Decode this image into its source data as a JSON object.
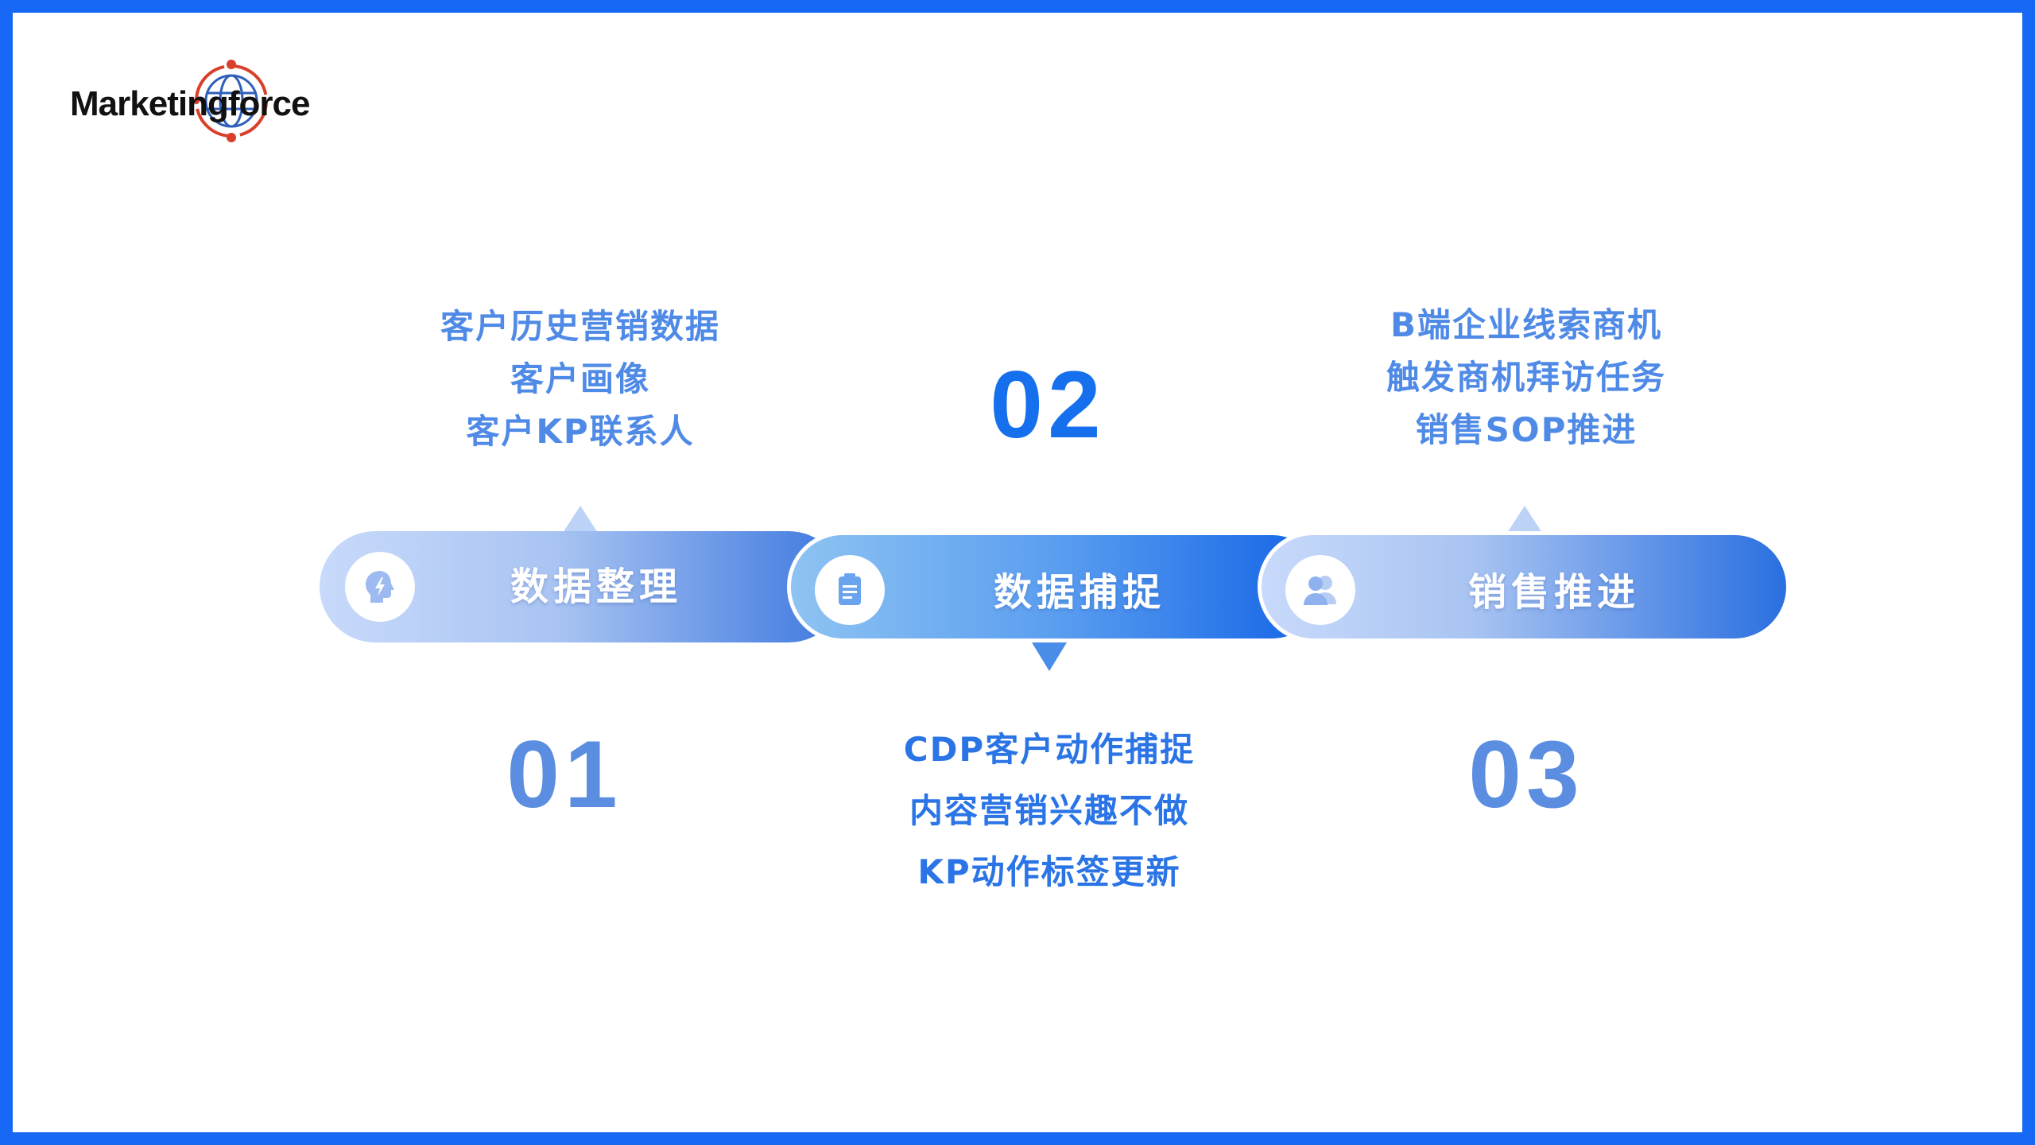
{
  "logo": {
    "text": "Marketingforce"
  },
  "steps": [
    {
      "number": "01",
      "label": "数据整理",
      "icon": "head-lightning-icon",
      "lines": [
        "客户历史营销数据",
        "客户画像",
        "客户KP联系人"
      ]
    },
    {
      "number": "02",
      "label": "数据捕捉",
      "icon": "clipboard-icon",
      "lines": [
        "CDP客户动作捕捉",
        "内容营销兴趣不做",
        "KP动作标签更新"
      ]
    },
    {
      "number": "03",
      "label": "销售推进",
      "icon": "users-icon",
      "lines": [
        "B端企业线索商机",
        "触发商机拜访任务",
        "销售SOP推进"
      ]
    }
  ],
  "colors": {
    "frame": "#1668f5",
    "accent": "#1670ee",
    "text_blue": "#4f8ae6",
    "logo_red": "#d9402b"
  }
}
